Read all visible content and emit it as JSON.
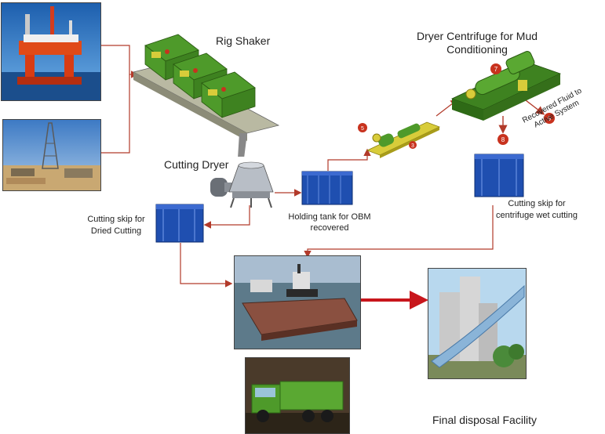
{
  "labels": {
    "rig_shaker": "Rig Shaker",
    "dryer_centrifuge": "Dryer Centrifuge for Mud Conditioning",
    "cutting_dryer": "Cutting Dryer",
    "holding_tank": "Holding tank for OBM recovered",
    "skip_dried": "Cutting skip for Dried Cutting",
    "skip_wet": "Cutting skip for centrifuge wet cutting",
    "recovered_fluid": "Recovered Fluid to Active System",
    "final_disposal": "Final disposal Facility"
  },
  "badges": {
    "b3": "3",
    "b5": "5",
    "b7": "7",
    "b8": "8",
    "b9": "9"
  },
  "colors": {
    "flow_line": "#b23a2a",
    "equipment_green": "#4e9a2a",
    "equipment_yellow": "#d8cc3a",
    "skip_blue": "#1f4fb0",
    "badge_red": "#c8321e"
  }
}
